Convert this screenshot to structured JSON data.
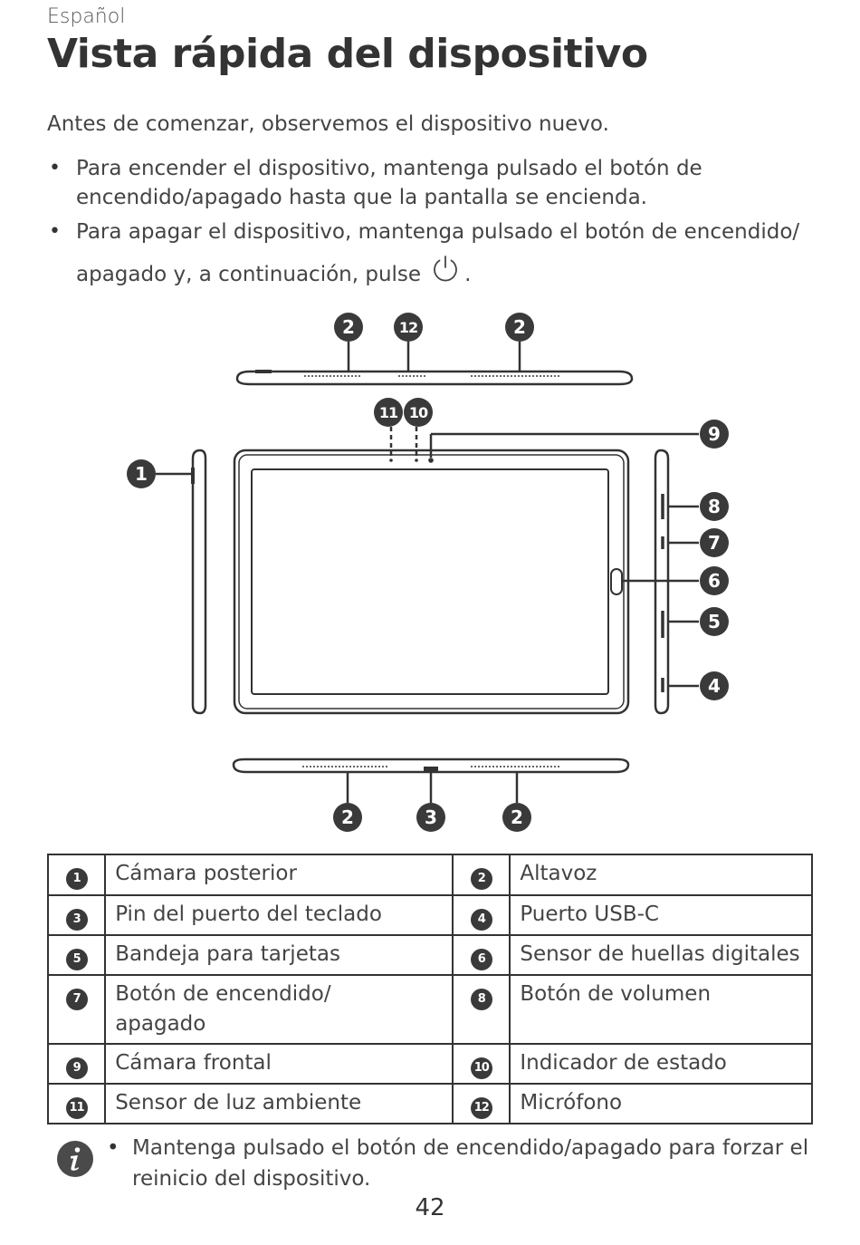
{
  "header": {
    "language": "Español",
    "title": "Vista rápida del dispositivo"
  },
  "intro": "Antes de comenzar, observemos el dispositivo nuevo.",
  "bullets": {
    "power_on": "Para encender el dispositivo, mantenga pulsado el botón de encendido/apagado hasta que la pantalla se encienda.",
    "power_off_line1": "Para apagar el dispositivo, mantenga pulsado el botón de encendido/",
    "power_off_line2": "apagado y, a continuación, pulse",
    "power_off_end": ".",
    "power_icon": "power-icon"
  },
  "diagram": {
    "callouts": {
      "top_speaker_left": "2",
      "top_mic": "12",
      "top_speaker_right": "2",
      "light_sensor": "11",
      "status_indicator": "10",
      "front_camera": "9",
      "rear_camera": "1",
      "volume": "8",
      "power": "7",
      "fingerprint": "6",
      "card_tray": "5",
      "usb": "4",
      "bottom_speaker_left": "2",
      "keyboard_pin": "3",
      "bottom_speaker_right": "2"
    }
  },
  "parts": [
    {
      "left": {
        "num": "1",
        "label": "Cámara posterior"
      },
      "right": {
        "num": "2",
        "label": "Altavoz"
      }
    },
    {
      "left": {
        "num": "3",
        "label": "Pin del puerto del teclado"
      },
      "right": {
        "num": "4",
        "label": "Puerto USB-C"
      }
    },
    {
      "left": {
        "num": "5",
        "label": "Bandeja para tarjetas"
      },
      "right": {
        "num": "6",
        "label": "Sensor de huellas digitales"
      }
    },
    {
      "left": {
        "num": "7",
        "label": "Botón de encendido/ apagado"
      },
      "right": {
        "num": "8",
        "label": "Botón de volumen"
      }
    },
    {
      "left": {
        "num": "9",
        "label": "Cámara frontal"
      },
      "right": {
        "num": "10",
        "label": "Indicador de estado"
      }
    },
    {
      "left": {
        "num": "11",
        "label": "Sensor de luz ambiente"
      },
      "right": {
        "num": "12",
        "label": "Micrófono"
      }
    }
  ],
  "note": {
    "icon": "info-icon",
    "text": "Mantenga pulsado el botón de encendido/apagado para forzar el reinicio del dispositivo."
  },
  "page_number": "42",
  "colors": {
    "text": "#333333",
    "badge": "#3a3a3a",
    "outline": "#333333"
  }
}
